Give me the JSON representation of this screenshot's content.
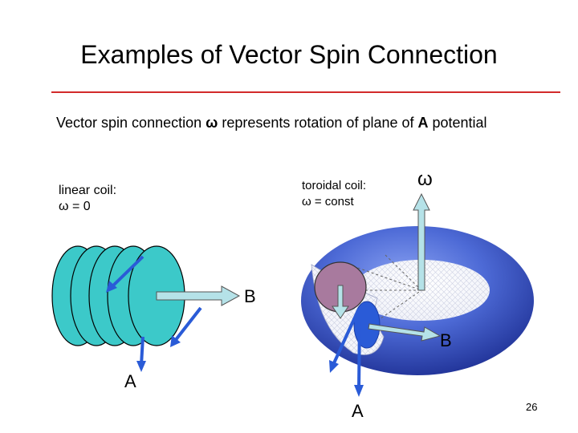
{
  "slide": {
    "title": "Examples of Vector Spin Connection",
    "subtitle_before": "Vector spin connection ",
    "subtitle_omega": "ω",
    "subtitle_middle": " represents rotation of plane of ",
    "subtitle_A": "A",
    "subtitle_after": " potential",
    "page_number": "26"
  },
  "linear_coil": {
    "label_line1": "linear coil:",
    "label_line2": "ω = 0",
    "field_label": "B",
    "potential_label": "A"
  },
  "toroidal_coil": {
    "label_line1": "toroidal coil:",
    "label_line2": "ω = const",
    "omega_label": "ω",
    "field_label": "B",
    "potential_label": "A"
  },
  "colors": {
    "title_rule": "#d22a2a",
    "coil_fill": "#3cc9c9",
    "arrow_blue": "#2a5bd7",
    "arrow_light": "#b5e2e8",
    "torus_dark": "#1c2f96",
    "torus_light": "#7e95ee"
  }
}
